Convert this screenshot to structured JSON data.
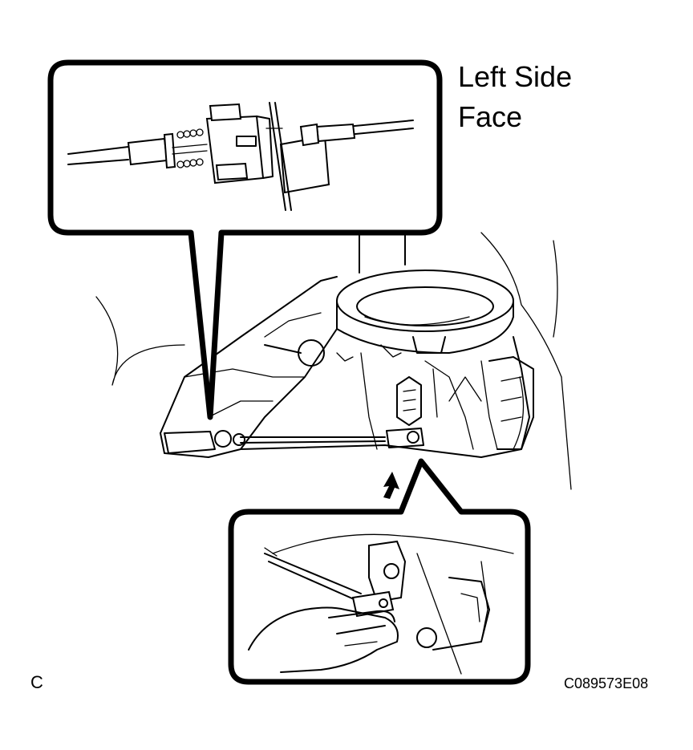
{
  "labels": {
    "view_title_line1": "Left Side",
    "view_title_line2": "Face",
    "corner_letter": "C",
    "figure_code": "C089573E08"
  },
  "colors": {
    "ink": "#000000",
    "paper": "#ffffff"
  }
}
